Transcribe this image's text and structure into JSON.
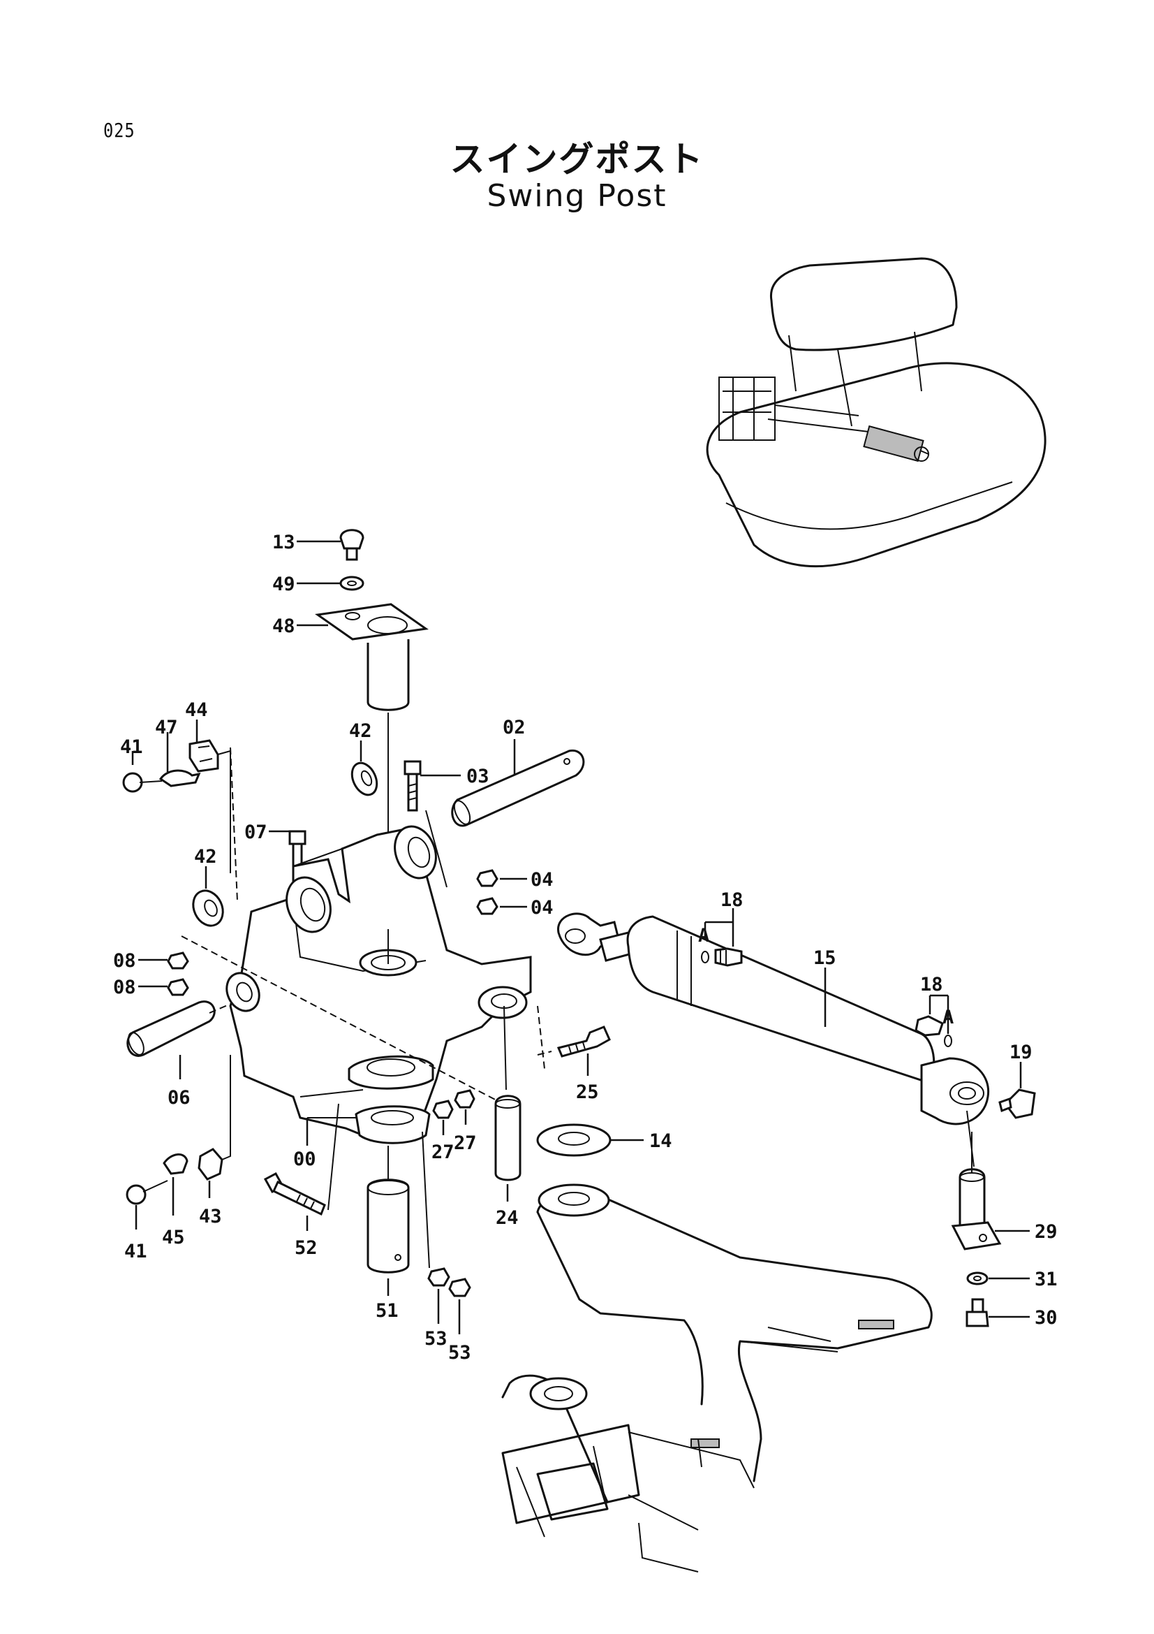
{
  "page_number": "025",
  "title_jp": "スイングポスト",
  "title_en": "Swing Post",
  "callouts": {
    "c13": "13",
    "c49": "49",
    "c48": "48",
    "c44": "44",
    "c47": "47",
    "c41a": "41",
    "c42a": "42",
    "c02": "02",
    "c03": "03",
    "c07": "07",
    "c42b": "42",
    "c04a": "04",
    "c04b": "04",
    "c08a": "08",
    "c08b": "08",
    "c06": "06",
    "c18a": "18",
    "cAa": "A",
    "c15": "15",
    "c18b": "18",
    "cAb": "A",
    "c19": "19",
    "c25": "25",
    "c00": "00",
    "c27a": "27",
    "c27b": "27",
    "c14": "14",
    "c24": "24",
    "c29": "29",
    "c31": "31",
    "c30": "30",
    "c43": "43",
    "c45": "45",
    "c41b": "41",
    "c52": "52",
    "c51": "51",
    "c53a": "53",
    "c53b": "53"
  }
}
